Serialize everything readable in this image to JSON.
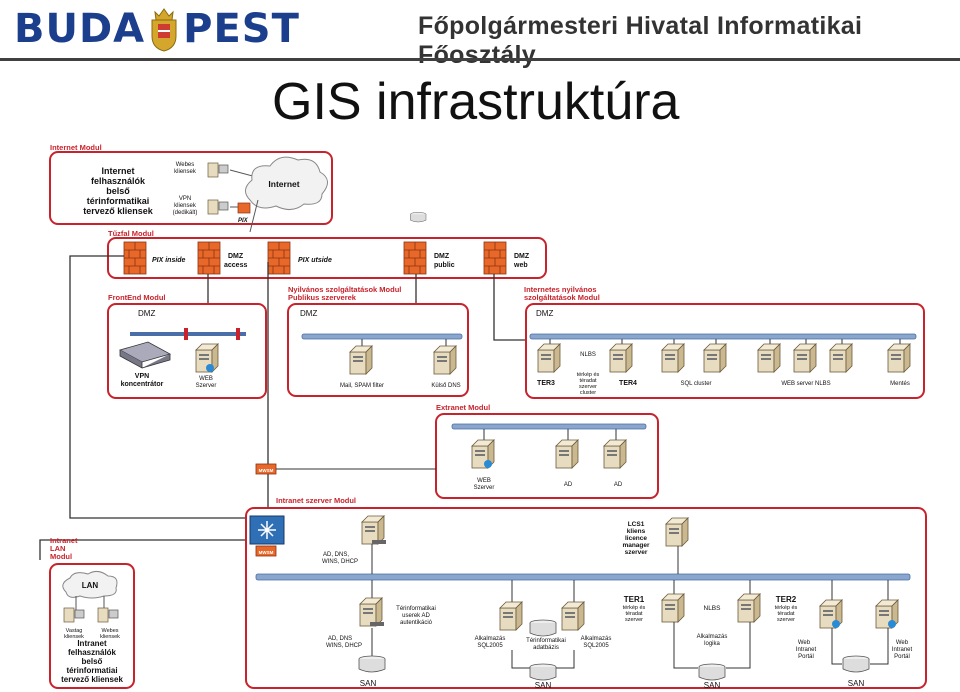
{
  "header": {
    "logo_left": "BUDA",
    "logo_right": "PEST",
    "org_name": "Főpolgármesteri Hivatal Informatikai Főosztály"
  },
  "title": "GIS infrastruktúra",
  "modules": {
    "internet": "Internet Modul",
    "tuzfal": "Tűzfal Modul",
    "frontend": "FrontEnd Modul",
    "nyilvanos": [
      "Nyilvános szolgáltatások Modul",
      "Publikus szerverek"
    ],
    "internetes": [
      "Internetes nyilvános",
      "szolgáltatások Modul"
    ],
    "extranet": "Extranet Modul",
    "intranet_szerver": "Intranet szerver Modul",
    "intranet_lan": [
      "Intranet",
      "LAN",
      "Modul"
    ]
  },
  "internet_module": {
    "users": [
      "Internet",
      "felhasználók",
      "belső",
      "térinformatikai",
      "tervező kliensek"
    ],
    "webes": [
      "Webes",
      "kliensek"
    ],
    "vpn": [
      "VPN",
      "kliensek",
      "(dedikált)"
    ],
    "pix": "PIX",
    "cloud": "Internet"
  },
  "firewall": {
    "pix_inside": "PIX inside",
    "dmz_access": [
      "DMZ",
      "access"
    ],
    "pix_utside": "PIX utside",
    "dmz_public": [
      "DMZ",
      "public"
    ],
    "dmz_web": [
      "DMZ",
      "web"
    ]
  },
  "dmz": "DMZ",
  "frontend": {
    "vpn": [
      "VPN",
      "koncentrátor"
    ],
    "web": [
      "WEB",
      "Szerver"
    ]
  },
  "public": {
    "mail": "Mail, SPAM filter",
    "dns": "Külső DNS"
  },
  "internetes": {
    "ter3": "TER3",
    "nlbs": "NLBS",
    "cluster": [
      "térkép és",
      "téradat",
      "szerver",
      "cluster"
    ],
    "ter4": "TER4",
    "sql": "SQL cluster",
    "web_nlbs": "WEB server NLBS",
    "mentes": "Mentés"
  },
  "extranet": {
    "web": [
      "WEB",
      "Szerver"
    ],
    "ad1": "AD",
    "ad2": "AD"
  },
  "intranet": {
    "mwsm1": "MWSM",
    "mwsm2": "MWSM",
    "ad_dns": [
      "AD, DNS,",
      "WINS, DHCP"
    ],
    "lcs": [
      "LCS1",
      "kliens",
      "licence",
      "manager",
      "szerver"
    ],
    "ad_dns2": [
      "AD, DNS",
      "WINS, DHCP"
    ],
    "terinf_users": [
      "Térinformatikai",
      "userek AD",
      "autentikáció"
    ],
    "sql_a": [
      "Alkalmazás",
      "SQL2005"
    ],
    "terinf_db": [
      "Térinformatikai",
      "adatbázis"
    ],
    "sql_b": [
      "Alkalmazás",
      "SQL2005"
    ],
    "ter1": "TER1",
    "ter1_sub": [
      "térkép és",
      "téradat",
      "szerver"
    ],
    "nlbs": "NLBS",
    "logika": [
      "Alkalmazás",
      "logika"
    ],
    "ter2": "TER2",
    "ter2_sub": [
      "térkép és",
      "téradat",
      "szerver"
    ],
    "web1": [
      "Web",
      "Intranet",
      "Portál"
    ],
    "web2": [
      "Web",
      "Intranet",
      "Portál"
    ],
    "san": "SAN"
  },
  "lan": {
    "cloud": "LAN",
    "vastag": [
      "Vastag",
      "kliensek"
    ],
    "webes": [
      "Webes",
      "kliensek"
    ],
    "users": [
      "Intranet",
      "felhasználók",
      "belső",
      "térinformatiai",
      "tervező kliensek"
    ]
  }
}
